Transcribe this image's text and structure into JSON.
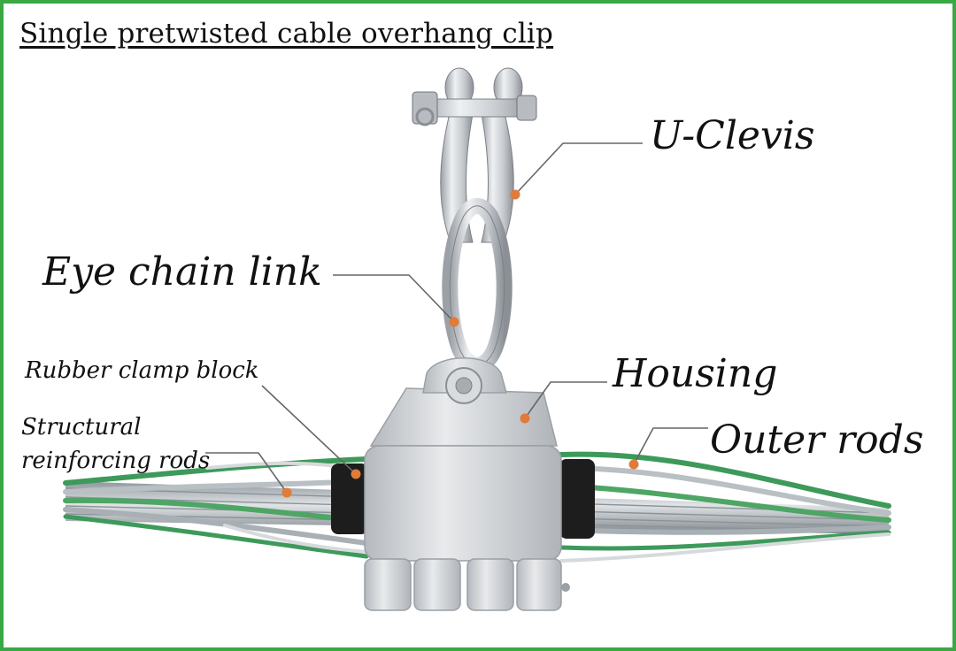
{
  "title": "Single pretwisted cable overhang clip",
  "labels": {
    "u_clevis": "U-Clevis",
    "eye_chain_link": "Eye chain link",
    "housing": "Housing",
    "outer_rods": "Outer rods",
    "rubber_clamp_block": "Rubber clamp block",
    "structural_line1": "Structural",
    "structural_line2": "reinforcing rods"
  },
  "colors": {
    "frame": "#3aa845",
    "marker": "#e07b39",
    "leader": "#666666",
    "metal": "#c9cdd2",
    "outer_rod": "#5aaa6e"
  }
}
